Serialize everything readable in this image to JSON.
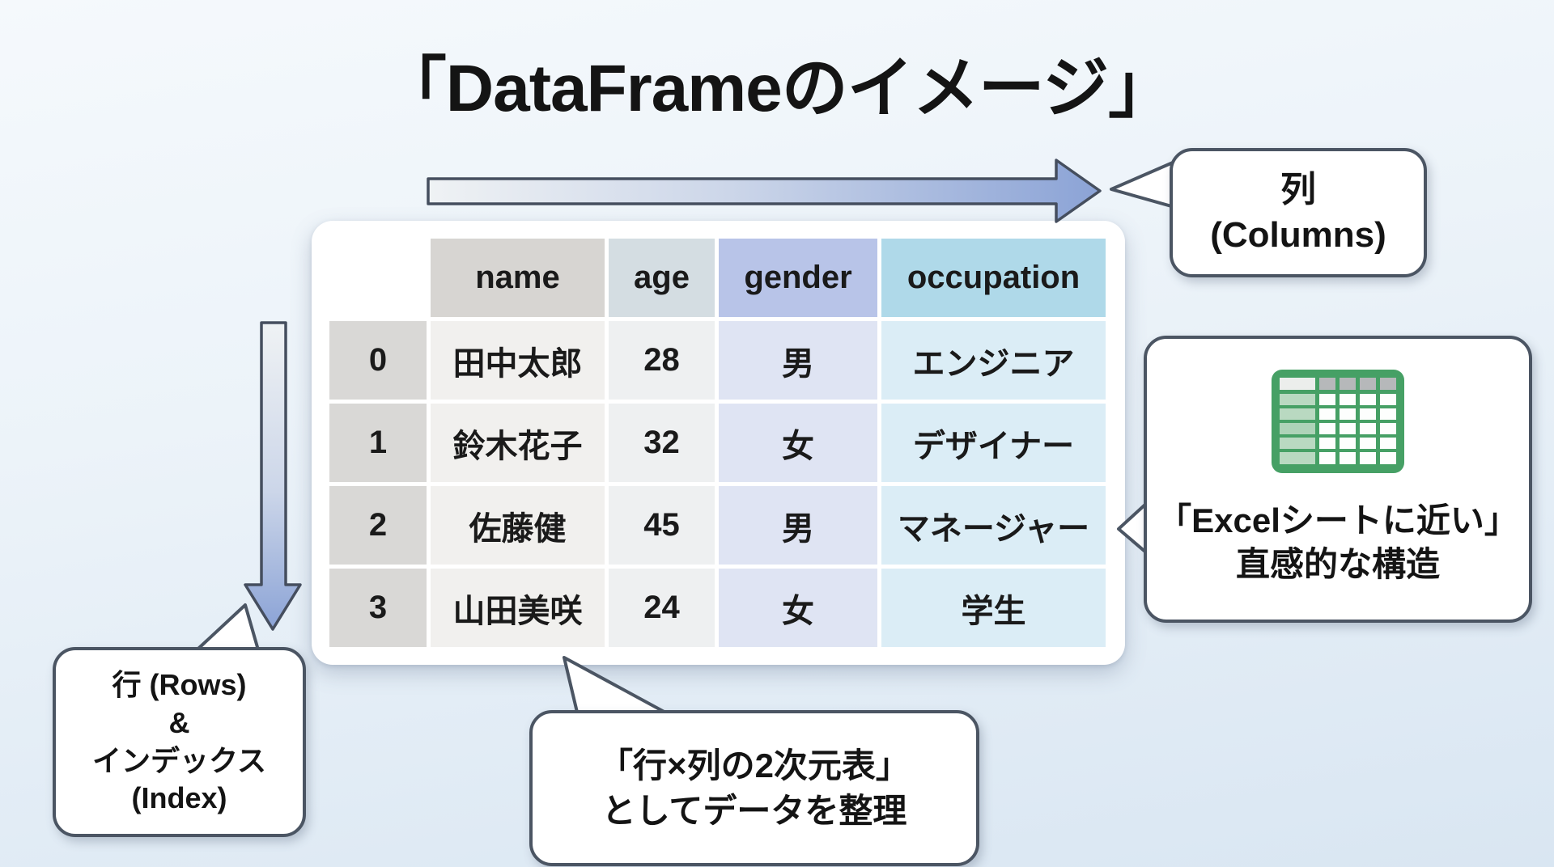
{
  "title": "「DataFrameのイメージ」",
  "table": {
    "columns": [
      "name",
      "age",
      "gender",
      "occupation"
    ],
    "rows": [
      {
        "index": "0",
        "name": "田中太郎",
        "age": "28",
        "gender": "男",
        "occupation": "エンジニア"
      },
      {
        "index": "1",
        "name": "鈴木花子",
        "age": "32",
        "gender": "女",
        "occupation": "デザイナー"
      },
      {
        "index": "2",
        "name": "佐藤健",
        "age": "45",
        "gender": "男",
        "occupation": "マネージャー"
      },
      {
        "index": "3",
        "name": "山田美咲",
        "age": "24",
        "gender": "女",
        "occupation": "学生"
      }
    ]
  },
  "callouts": {
    "columns": {
      "line1": "列",
      "line2": "(Columns)"
    },
    "rows": {
      "line1": "行 (Rows)",
      "line2": "&",
      "line3": "インデックス",
      "line4": "(Index)"
    },
    "grid": {
      "line1": "「行×列の2次元表」",
      "line2": "としてデータを整理"
    },
    "excel": {
      "line1": "「Excelシートに近い」",
      "line2": "直感的な構造",
      "icon": "excel-sheet-icon"
    }
  },
  "colors": {
    "background_top": "#f5f9fc",
    "background_bottom": "#d9e6f2",
    "arrow_start": "#eef1f4",
    "arrow_end": "#8ba3d6",
    "arrow_border": "#454e5e",
    "bubble_border": "#4b5563",
    "header_name_bg": "#d7d5d2",
    "header_age_bg": "#d4dde2",
    "header_gender_bg": "#b8c4e8",
    "header_occupation_bg": "#afd9e9",
    "index_cell_bg": "#d9d8d6",
    "gender_cell_bg": "#dfe4f3",
    "occupation_cell_bg": "#dbedf6",
    "excel_green": "#46a065"
  }
}
